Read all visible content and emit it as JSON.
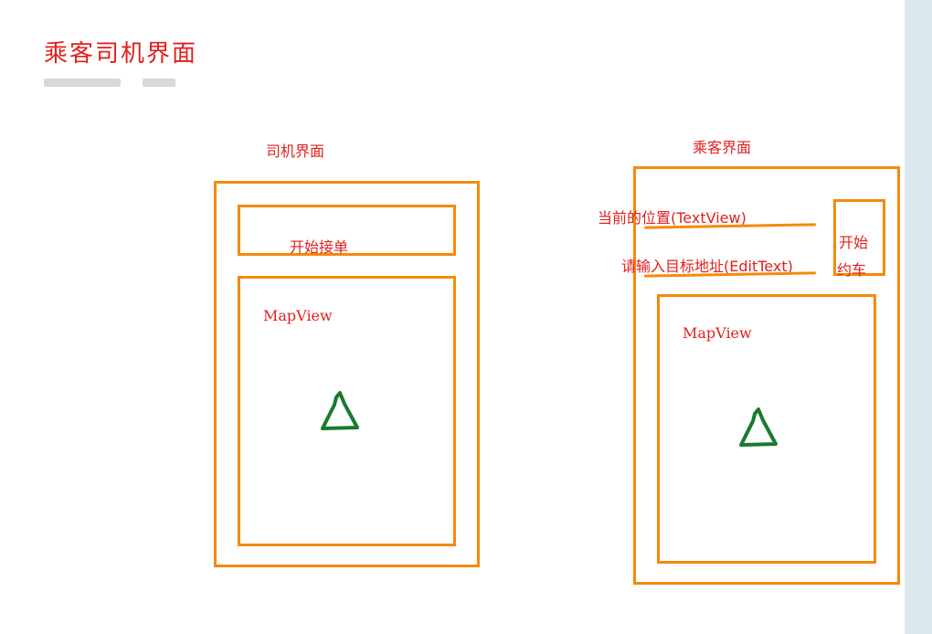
{
  "page_title": "乘客司机界面",
  "driver": {
    "title": "司机界面",
    "button_label": "开始接单",
    "map_label": "MapView"
  },
  "passenger": {
    "title": "乘客界面",
    "location_label": "当前的位置(TextView)",
    "destination_label": "请输入目标地址(EditText)",
    "button_line1": "开始",
    "button_line2": "约车",
    "map_label": "MapView"
  },
  "colors": {
    "text": "#e02020",
    "box": "#f58a0b",
    "marker": "#1a7a2e"
  }
}
